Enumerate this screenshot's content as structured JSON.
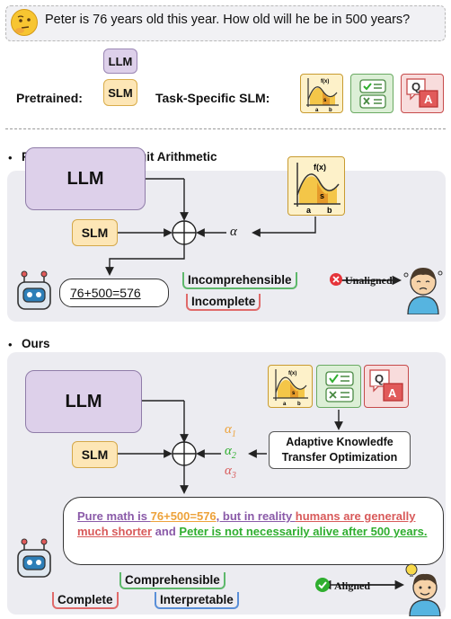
{
  "header": {
    "question": "Peter is 76 years old this year. How old will he be in 500 years?",
    "pretrained_label": "Pretrained",
    "colon": ":",
    "llm_label": "LLM",
    "slm_label": "SLM",
    "task_slm_label": "Task-Specific SLM",
    "math_tile_fx": "f(x)",
    "math_tile_a": "a",
    "math_tile_b": "b",
    "math_tile_s": "s",
    "qa_q": "Q",
    "qa_a": "A"
  },
  "previous": {
    "title": "Privious Work on Logit Arithmetic",
    "llm": "LLM",
    "slm": "SLM",
    "alpha": "α",
    "answer": "76+500=576",
    "tag_incomprehensible": "Incomprehensible",
    "tag_incomplete": "Incomplete",
    "status": "Unaligned"
  },
  "ours": {
    "title": "Ours",
    "llm": "LLM",
    "slm": "SLM",
    "alpha1": "α",
    "alpha1_sub": "1",
    "alpha2": "α",
    "alpha2_sub": "2",
    "alpha3": "α",
    "alpha3_sub": "3",
    "optimizer_line1": "Adaptive Knowledfe",
    "optimizer_line2": "Transfer Optimization",
    "answer_parts": {
      "p1": "Pure math is ",
      "p2": "76+500=576",
      "p3": ", but  in reality ",
      "p4": "humans are generally  much shorter",
      "p5": " and ",
      "p6": "Peter is not  necessarily alive after 500 years."
    },
    "tag_comprehensible": "Comprehensible",
    "tag_complete": "Complete",
    "tag_interpretable": "Interpretable",
    "status": "Aligned"
  },
  "colors": {
    "llm_fill": "#ddd0ea",
    "slm_fill": "#fde6b6",
    "section_bg": "#ececf1",
    "green": "#2fae2f",
    "red": "#d85a5a",
    "orange": "#eda23a",
    "purple": "#8a5aa8"
  }
}
